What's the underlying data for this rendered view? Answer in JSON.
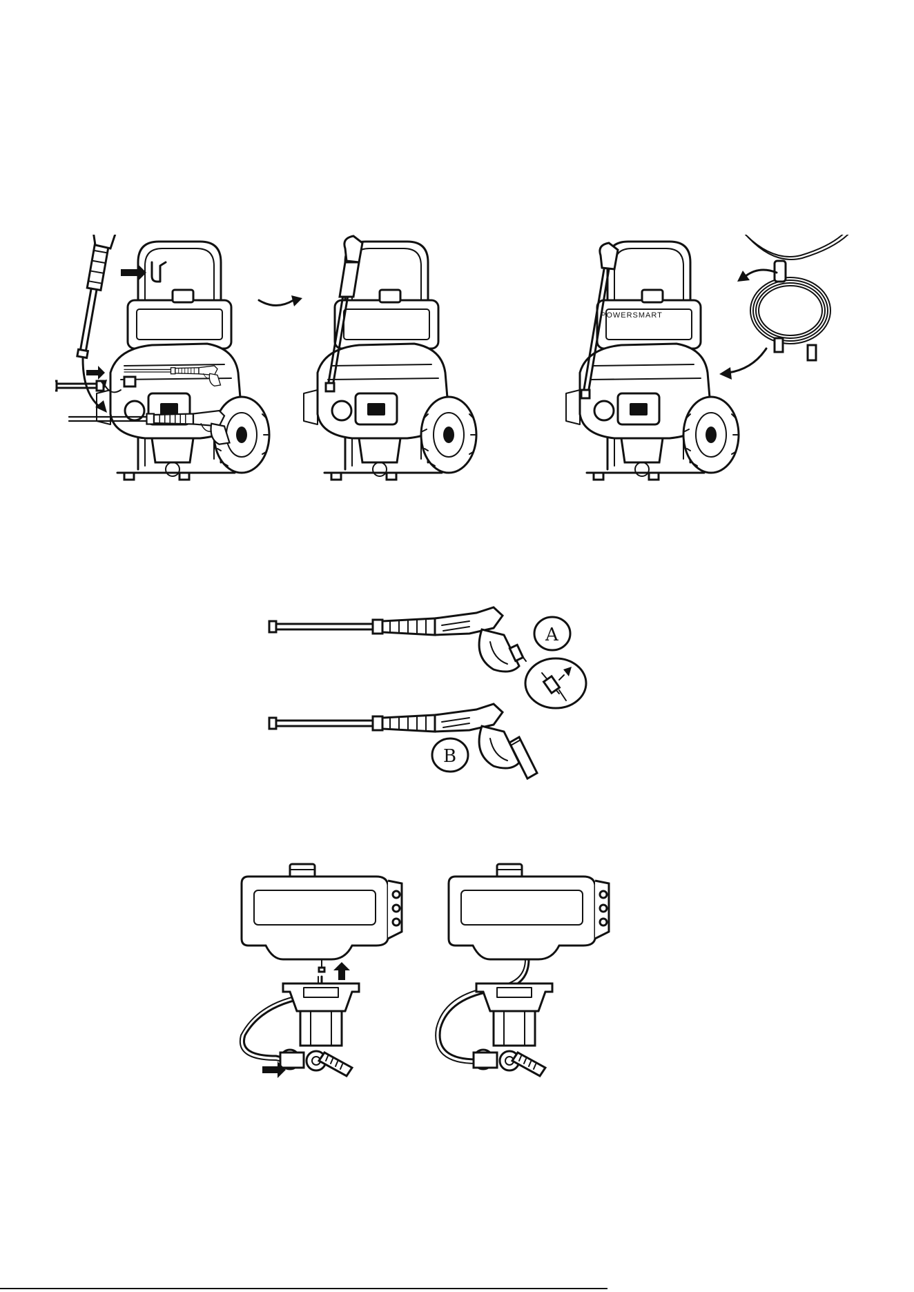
{
  "figures": {
    "assembly_step_1": {
      "brand_logo_text": "POWERSMART"
    },
    "gun_detail": {
      "callout_a": "A",
      "callout_b": "B"
    },
    "oil_tank": {}
  },
  "colors": {
    "line": "#111111",
    "background": "#ffffff"
  }
}
